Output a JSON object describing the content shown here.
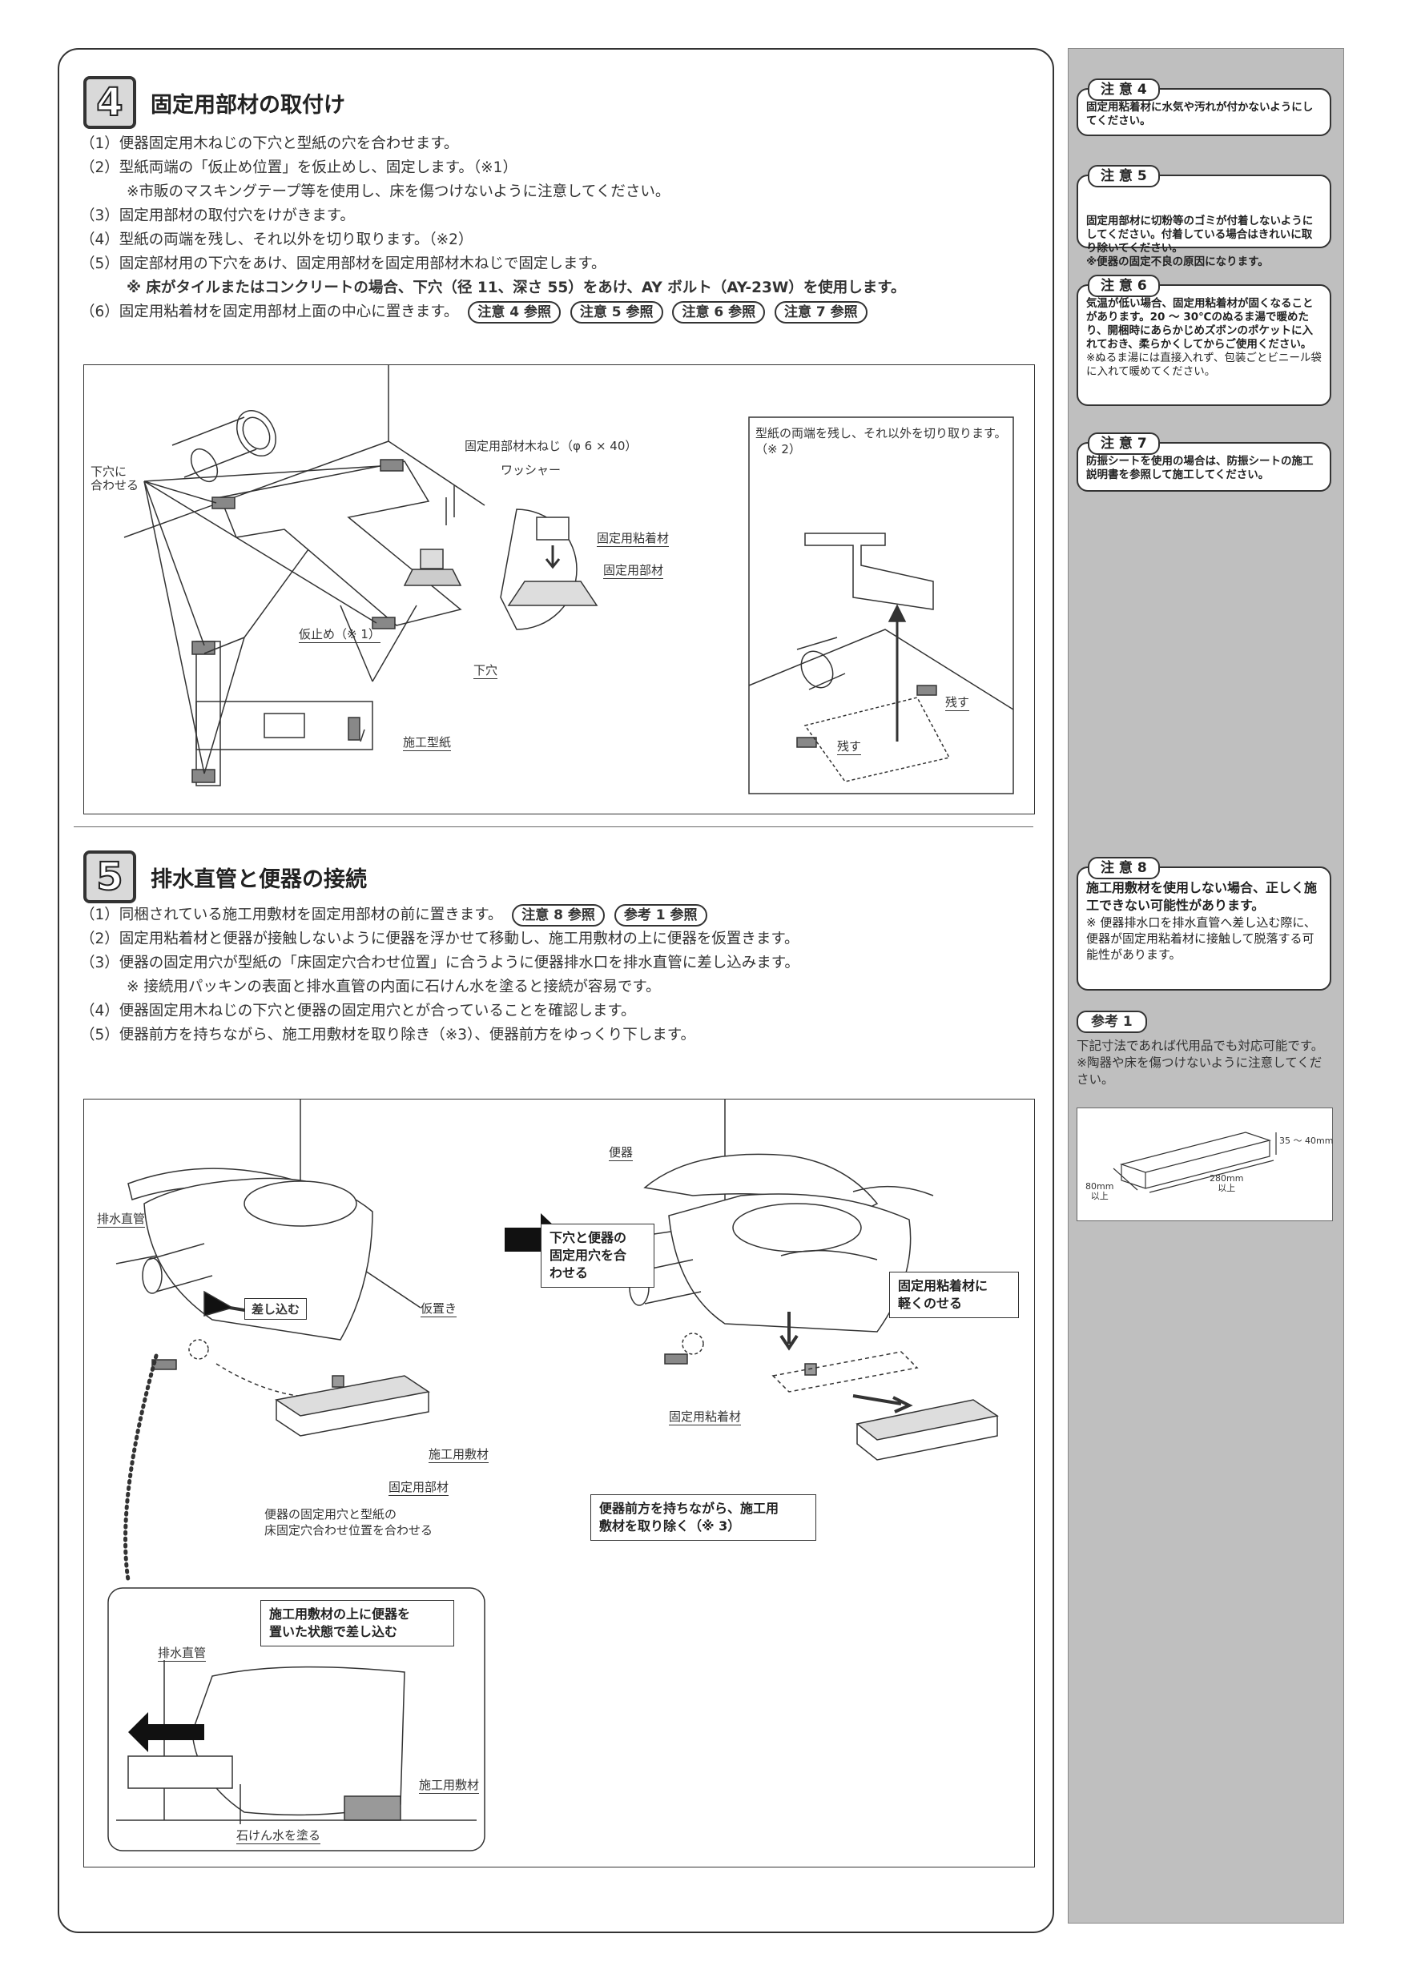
{
  "section4": {
    "number": "4",
    "title": "固定用部材の取付け",
    "steps": [
      "（1）便器固定用木ねじの下穴と型紙の穴を合わせます。",
      "（2）型紙両端の「仮止め位置」を仮止めし、固定します。（※1）",
      "※市販のマスキングテープ等を使用し、床を傷つけないように注意してください。",
      "（3）固定用部材の取付穴をけがきます。",
      "（4）型紙の両端を残し、それ以外を切り取ります。（※2）",
      "（5）固定部材用の下穴をあけ、固定用部材を固定用部材木ねじで固定します。",
      "※ 床がタイルまたはコンクリートの場合、下穴（径 11、深さ 55）をあけ、AY ボルト（AY-23W）を使用します。",
      "（6）固定用粘着材を固定用部材上面の中心に置きます。"
    ],
    "refs": [
      "注意 4 参照",
      "注意 5 参照",
      "注意 6 参照",
      "注意 7 参照"
    ],
    "figure": {
      "label_shitaana_awaseru": "下穴に\n合わせる",
      "label_screw": "固定用部材木ねじ（φ 6 × 40）",
      "label_washer": "ワッシャー",
      "label_adhesive": "固定用粘着材",
      "label_member": "固定用部材",
      "label_kari": "仮止め（※ 1）",
      "label_shitaana": "下穴",
      "label_template": "施工型紙",
      "inset_text": "型紙の両端を残し、それ以外を切り取ります。（※ 2）",
      "label_nokosu1": "残す",
      "label_nokosu2": "残す"
    }
  },
  "section5": {
    "number": "5",
    "title": "排水直管と便器の接続",
    "steps": [
      "（1）同梱されている施工用敷材を固定用部材の前に置きます。",
      "（2）固定用粘着材と便器が接触しないように便器を浮かせて移動し、施工用敷材の上に便器を仮置きます。",
      "（3）便器の固定用穴が型紙の「床固定穴合わせ位置」に合うように便器排水口を排水直管に差し込みます。",
      "※ 接続用パッキンの表面と排水直管の内面に石けん水を塗ると接続が容易です。",
      "（4）便器固定用木ねじの下穴と便器の固定用穴とが合っていることを確認します。",
      "（5）便器前方を持ちながら、施工用敷材を取り除き（※3）、便器前方をゆっくり下します。"
    ],
    "refs": [
      "注意 8 参照",
      "参考 1 参照"
    ],
    "figure": {
      "label_drain": "排水直管",
      "label_insert": "差し込む",
      "label_kario": "仮置き",
      "label_shikizai": "施工用敷材",
      "label_member": "固定用部材",
      "label_align": "便器の固定用穴と型紙の\n床固定穴合わせ位置を合わせる",
      "label_benki": "便器",
      "callout_holes": "下穴と便器の\n固定用穴を合\nわせる",
      "callout_adhesive": "固定用粘着材に\n軽くのせる",
      "label_adhesive": "固定用粘着材",
      "callout_remove": "便器前方を持ちながら、施工用\n敷材を取り除く（※ 3）",
      "inset_callout": "施工用敷材の上に便器を\n置いた状態で差し込む",
      "inset_drain": "排水直管",
      "inset_shikizai": "施工用敷材",
      "inset_soap": "石けん水を塗る"
    }
  },
  "notes": [
    {
      "tag": "注 意 4",
      "text": "固定用粘着材に水気や汚れが付かないようにしてください。"
    },
    {
      "tag": "注 意 5",
      "text": "固定用部材に切粉等のゴミが付着しないようにしてください。付着している場合はきれいに取り除いてください。\n※便器の固定不良の原因になります。"
    },
    {
      "tag": "注 意 6",
      "text": "気温が低い場合、固定用粘着材が固くなることがあります。20 ～ 30℃のぬるま湯で暖めたり、開梱時にあらかじめズボンのポケットに入れておき、柔らかくしてからご使用ください。",
      "extra": "※ぬるま湯には直接入れず、包装ごとビニール袋に入れて暖めてください。"
    },
    {
      "tag": "注 意 7",
      "text": "防振シートを使用の場合は、防振シートの施工説明書を参照して施工してください。"
    },
    {
      "tag": "注 意 8",
      "text": "施工用敷材を使用しない場合、正しく施工できない可能性があります。",
      "extra": "※ 便器排水口を排水直管へ差し込む際に、便器が固定用粘着材に接触して脱落する可能性があります。"
    }
  ],
  "reference1": {
    "tag": "参考 1",
    "text": "下記寸法であれば代用品でも対応可能です。",
    "note": "※陶器や床を傷つけないように注意してください。",
    "dim_h": "35 ～ 40mm",
    "dim_w": "280mm\n以上",
    "dim_d": "80mm\n以上"
  }
}
